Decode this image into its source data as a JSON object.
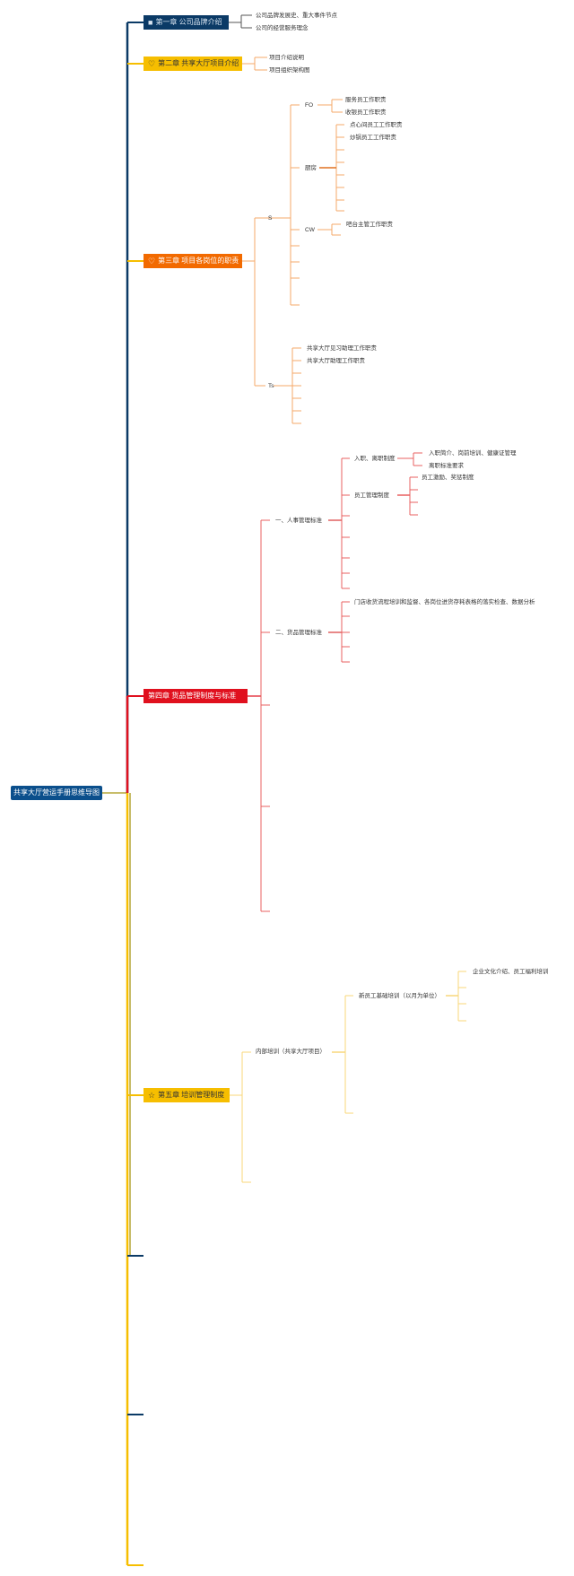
{
  "root": {
    "label": "共享大厅营运手册思维导图",
    "color": "#0b4f8c"
  },
  "chapters": {
    "ch1": {
      "label": "第一章 公司品牌介绍",
      "color": "#0b3a66",
      "text_color": "#d8e4f0",
      "icon": "square-icon",
      "leaves": [
        "公司品牌发展史、重大事件节点",
        "公司的经营服务理念"
      ]
    },
    "ch2": {
      "label": "第二章 共享大厅项目介绍",
      "color": "#f6be00",
      "text_color": "#333333",
      "icon": "heart-icon",
      "leaves": [
        "项目介绍说明",
        "项目组织架构图"
      ]
    },
    "ch3": {
      "label": "第三章 项目各岗位的职责",
      "color": "#f26a00",
      "text_color": "#ffffff",
      "icon": "heart-icon",
      "s_label": "S",
      "ts_label": "Ts",
      "fo_label": "FO",
      "fo_leaves": [
        "服务员工作职责",
        "收银员工作职责"
      ],
      "kitchen_label": "厨房",
      "kitchen_leaves": [
        "点心间员工工作职责",
        "炒锅员工工作职责"
      ],
      "cw_label": "CW",
      "cw_leaves": [
        "吧台主管工作职责"
      ],
      "ts_leaves": [
        "共享大厅见习助理工作职责",
        "共享大厅助理工作职责"
      ]
    },
    "ch4": {
      "label": "第四章 货品管理制度与标准",
      "color": "#e0101e",
      "text_color": "#ffffff",
      "icon": "none",
      "hr_label": "一、人事管理标准",
      "entry_label": "入职、离职制度",
      "entry_leaves": [
        "入职简介、岗前培训、健康证管理",
        "离职标准要求"
      ],
      "staff_label": "员工管理制度",
      "staff_leaves": [
        "员工激励、奖惩制度"
      ],
      "goods_label": "二、货品管理标准",
      "goods_leaves": [
        "门店收货流程培训和监督、各岗位进货存耗表格的落实检查、数据分析"
      ]
    },
    "ch5": {
      "label": "第五章 培训管理制度",
      "color": "#f6be00",
      "text_color": "#333333",
      "icon": "star-icon",
      "internal_label": "内部培训（共享大厅项目）",
      "basic_label": "新员工基础培训（以月为单位）",
      "basic_leaves": [
        "企业文化介绍、员工福利培训"
      ]
    }
  },
  "colors": {
    "navy": "#0b3a66",
    "yellow": "#f6be00",
    "olive": "#c8bd6a",
    "orange": "#f5a86a",
    "red": "#e0101e",
    "light_yellow": "#f8d77a"
  }
}
